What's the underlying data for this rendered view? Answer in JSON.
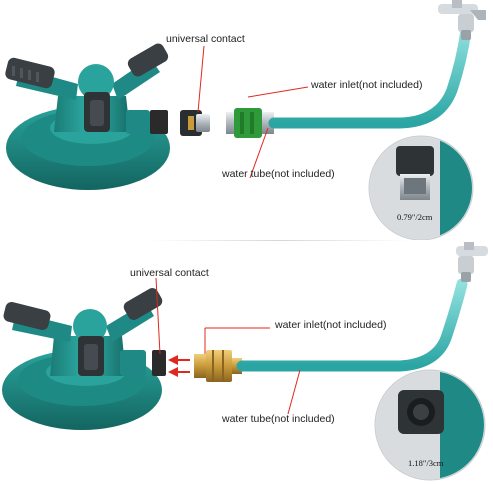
{
  "top": {
    "universal_contact": "universal contact",
    "water_inlet": "water inlet(not included)",
    "water_tube": "water tube(not included)",
    "size": "0.79\"/2cm"
  },
  "bottom": {
    "universal_contact": "universal contact",
    "water_inlet": "water inlet(not included)",
    "water_tube": "water tube(not included)",
    "size": "1.18\"/3cm"
  },
  "colors": {
    "sprinkler_teal": "#1f8a85",
    "sprinkler_dark": "#15635f",
    "hose": "#5ec8c6",
    "callout_arrow": "#e0281e",
    "coupler_green": "#2f9a3a",
    "brass": "#c99a3a",
    "faucet": "#c9ced3"
  }
}
